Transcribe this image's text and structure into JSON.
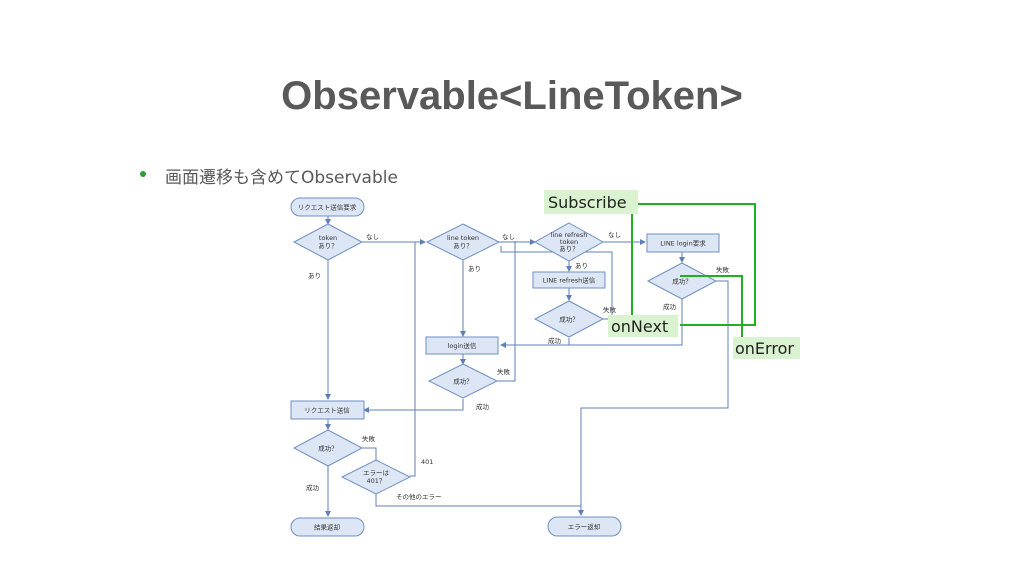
{
  "slide": {
    "title": "Observable<LineToken>",
    "bullet": "画面遷移も含めてObservable"
  },
  "flowchart": {
    "nodes": {
      "request_start": "リクエスト送信要求",
      "token_q1": "token",
      "token_q2": "あり？",
      "line_token_q1": "line token",
      "line_token_q2": "あり？",
      "refresh_q1": "line refresh",
      "refresh_q2": "token",
      "refresh_q3": "あり？",
      "line_login_req": "LINE login要求",
      "line_success_q": "成功？",
      "line_refresh_send": "LINE refresh送信",
      "refresh_success_q": "成功？",
      "login_send": "login送信",
      "login_success_q": "成功？",
      "request_send": "リクエスト送信",
      "request_success_q": "成功？",
      "error_401_q1": "エラーは",
      "error_401_q2": "401？",
      "result_return": "結果返却",
      "error_return": "エラー返却"
    },
    "edge_labels": {
      "none": "なし",
      "exists": "あり",
      "fail": "失敗",
      "success": "成功",
      "code_401": "401",
      "other_error": "その他のエラー"
    }
  },
  "annotations": {
    "subscribe": "Subscribe",
    "on_next": "onNext",
    "on_error": "onError",
    "green": "#22b022",
    "highlight": "#d9f2d0"
  },
  "colors": {
    "node_fill": "#dce6f4",
    "node_stroke": "#6f8fc4",
    "line": "#5f7fb8"
  }
}
